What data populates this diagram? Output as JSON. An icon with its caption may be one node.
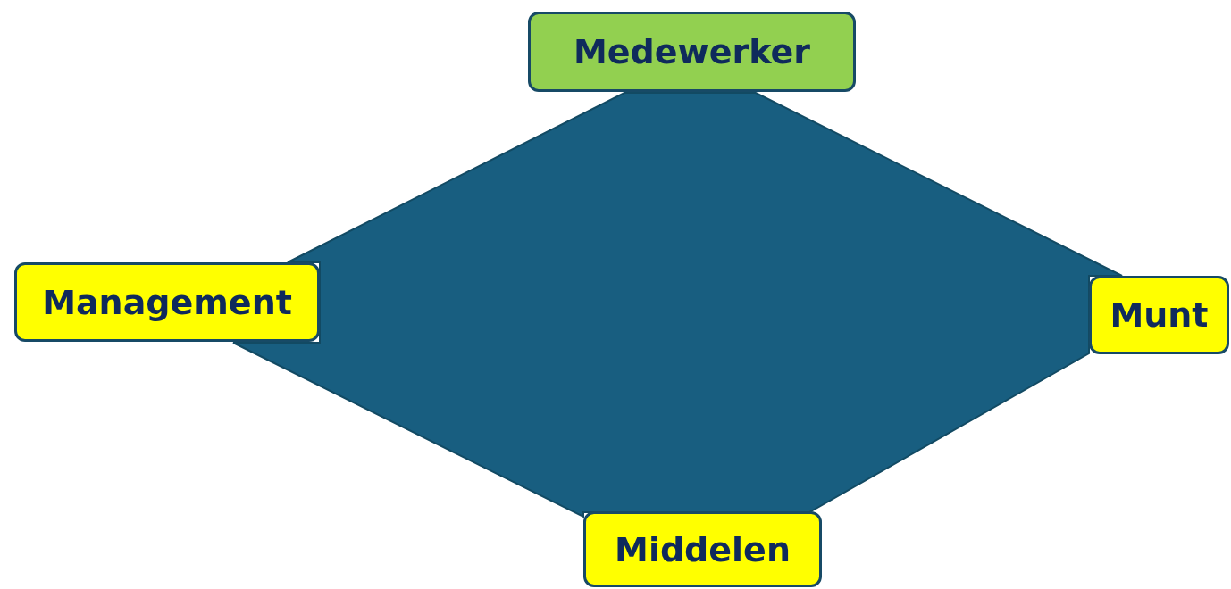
{
  "diagram": {
    "nodes": [
      {
        "text": [],
        "shape": "diamond"
      },
      {
        "text": [
          "Medewerker"
        ]
      },
      {
        "text": [
          "Management"
        ]
      },
      {
        "text": [
          "Munt"
        ]
      },
      {
        "text": [
          "Middelen"
        ]
      }
    ]
  }
}
